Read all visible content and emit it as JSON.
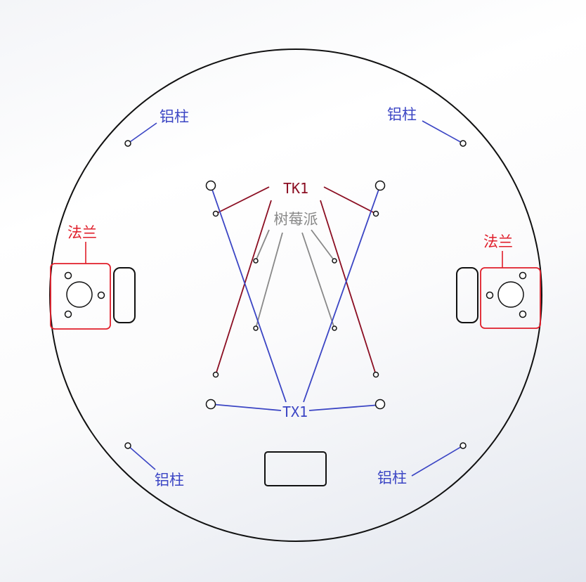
{
  "colors": {
    "blue": "#3b45c4",
    "darkred": "#8b0e22",
    "gray": "#888888",
    "red": "#e01e2a",
    "outline": "#111111"
  },
  "labels": {
    "aluminum_post": "铝柱",
    "flange": "法兰",
    "tk1": "TK1",
    "tx1": "TX1",
    "raspberry_pi": "树莓派"
  }
}
